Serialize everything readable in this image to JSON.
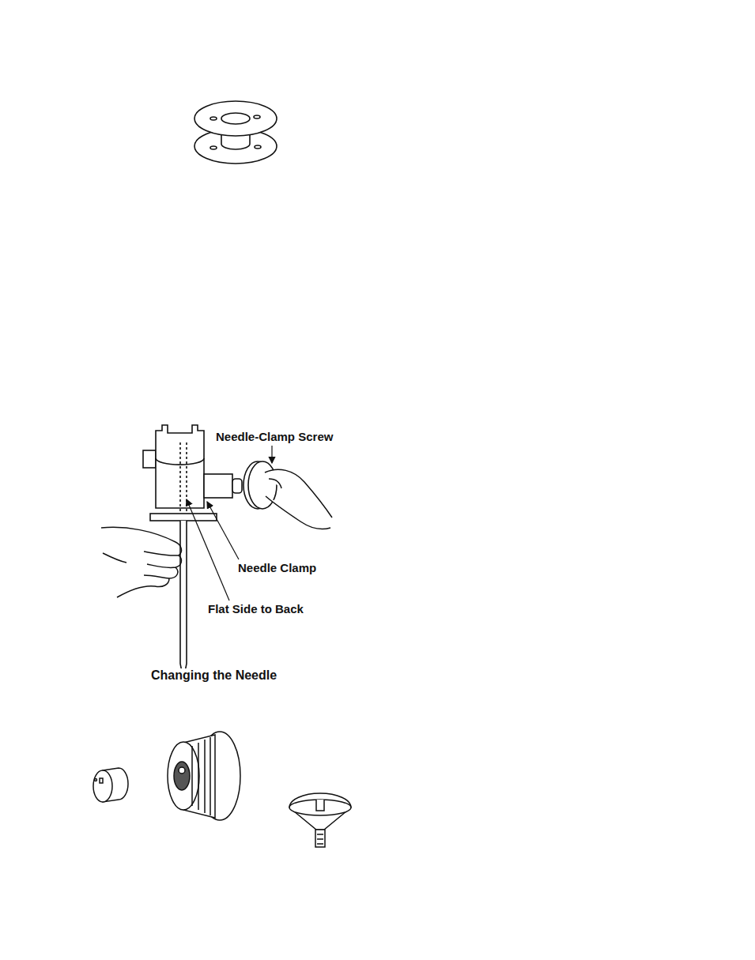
{
  "diagram": {
    "caption": "Changing the Needle",
    "labels": [
      "Needle-Clamp Screw",
      "Needle Clamp",
      "Flat Side to Back"
    ]
  }
}
